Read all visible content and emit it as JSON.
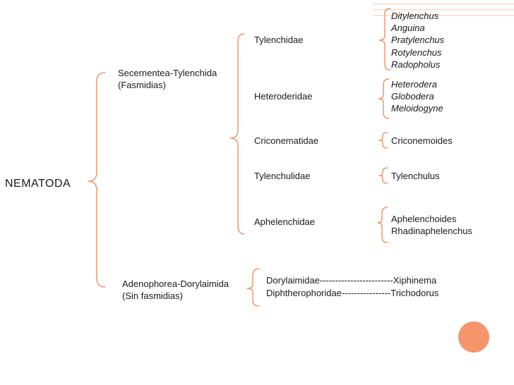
{
  "root": "NEMATODA",
  "classes": [
    {
      "name": "Secernentea-Tylenchida",
      "sub": "(Fasmidias)",
      "families": [
        {
          "name": "Tylenchidae",
          "genera": [
            "Ditylenchus",
            "Anguina",
            "Pratylenchus",
            "Rotylenchus",
            "Radopholus"
          ]
        },
        {
          "name": "Heteroderidae",
          "genera": [
            "Heterodera",
            "Globodera",
            "Meloidogyne"
          ]
        },
        {
          "name": "Criconematidae",
          "genera": [
            "Criconemoides"
          ]
        },
        {
          "name": "Tylenchulidae",
          "genera": [
            "Tylenchulus"
          ]
        },
        {
          "name": "Aphelenchidae",
          "genera": [
            "Aphelenchoides",
            "Rhadinaphelenchus"
          ]
        }
      ]
    },
    {
      "name": "Adenophorea-Dorylaimida",
      "sub": "(Sin fasmidias)",
      "lines": [
        "Dorylaimidae------------------------Xiphinema",
        "Diphtherophoridae----------------Trichodorus"
      ]
    }
  ],
  "colors": {
    "bracket": "#e8895a",
    "badge": "#f4956b",
    "stripe": "#f3c9b0"
  }
}
